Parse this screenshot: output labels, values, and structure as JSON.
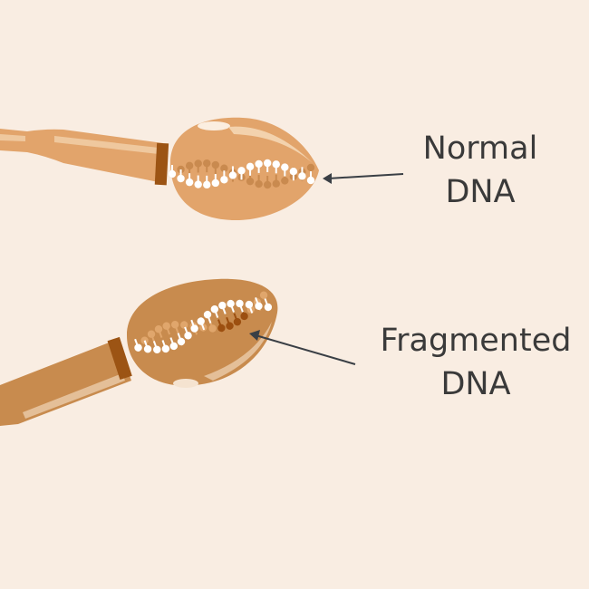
{
  "labels": {
    "normal": [
      "Normal",
      "DNA"
    ],
    "fragmented": [
      "Fragmented",
      "DNA"
    ]
  },
  "colors": {
    "background": "#f9ede2",
    "normal_cell": "#e2a46b",
    "fragmented_cell": "#c88b4e",
    "collar": "#9c5414",
    "dna_fragment": "#9c4f10",
    "arrow": "#3a3f45"
  }
}
